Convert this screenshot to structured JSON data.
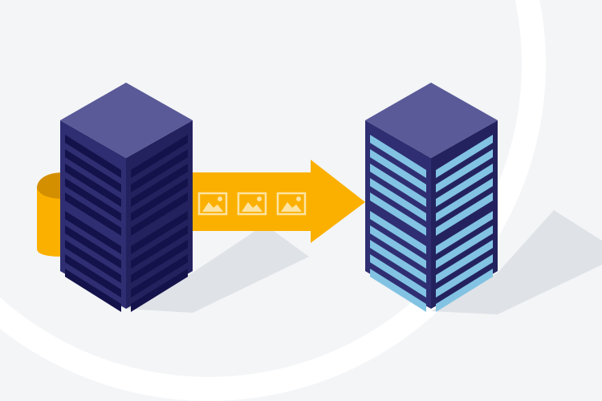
{
  "colors": {
    "background": "#f3f5f7",
    "arc": "#ffffff",
    "shadow": "#dfe2e7",
    "arrow": "#fbb000",
    "arrow_roll_dark": "#d48f00",
    "server_top": "#5a5a98",
    "server_left": "#2f2e72",
    "server_right": "#23225f",
    "slot_dark": "#14124a",
    "slot_light": "#82c3e3",
    "image_icon": "#fde3a3"
  },
  "illustration": {
    "source_server": {
      "slots_per_group": 5,
      "groups": 2,
      "state": "dark"
    },
    "target_server": {
      "slots_per_group": 5,
      "groups": 2,
      "state": "lit"
    },
    "transfer_items": [
      "image",
      "image",
      "image"
    ]
  }
}
